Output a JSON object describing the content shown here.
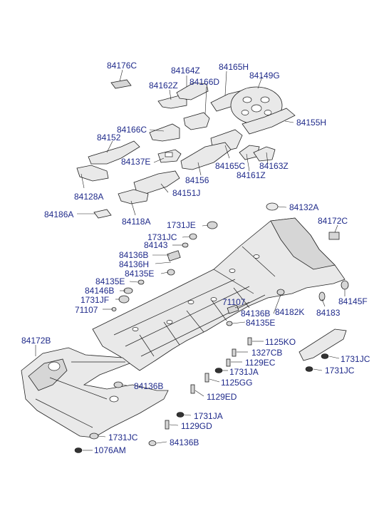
{
  "labels": {
    "l84176C": "84176C",
    "l84164Z": "84164Z",
    "l84165H": "84165H",
    "l84149G": "84149G",
    "l84162Z": "84162Z",
    "l84166D": "84166D",
    "l84155H": "84155H",
    "l84166C": "84166C",
    "l84152": "84152",
    "l84137E": "84137E",
    "l84165C": "84165C",
    "l84163Z": "84163Z",
    "l84156": "84156",
    "l84161Z": "84161Z",
    "l84128A": "84128A",
    "l84151J": "84151J",
    "l84132A": "84132A",
    "l84186A": "84186A",
    "l84118A": "84118A",
    "l84172C": "84172C",
    "l1731JE": "1731JE",
    "l1731JC_a": "1731JC",
    "l84143": "84143",
    "l84136B_a": "84136B",
    "l84136H": "84136H",
    "l84135E_a": "84135E",
    "l84135E_b": "84135E",
    "l84146B": "84146B",
    "l1731JF": "1731JF",
    "l71107_a": "71107",
    "l71107_b": "71107",
    "l84136B_b": "84136B",
    "l84182K": "84182K",
    "l84183": "84183",
    "l84145F": "84145F",
    "l84135E_c": "84135E",
    "l1125KO": "1125KO",
    "l84172B": "84172B",
    "l1327CB": "1327CB",
    "l1129EC": "1129EC",
    "l1731JC_b": "1731JC",
    "l1731JA_a": "1731JA",
    "l1731JC_c": "1731JC",
    "l1125GG": "1125GG",
    "l84136B_c": "84136B",
    "l1129ED": "1129ED",
    "l1731JA_b": "1731JA",
    "l1129GD": "1129GD",
    "l1731JC_d": "1731JC",
    "l84136B_d": "84136B",
    "l1076AM": "1076AM"
  }
}
